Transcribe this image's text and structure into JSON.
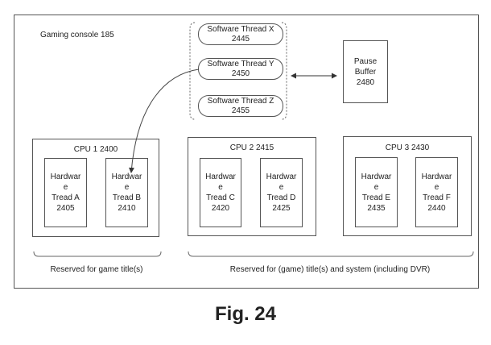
{
  "console": {
    "label": "Gaming console 185"
  },
  "software_threads": [
    {
      "line1": "Software Thread X",
      "line2": "2445"
    },
    {
      "line1": "Software Thread Y",
      "line2": "2450"
    },
    {
      "line1": "Software Thread Z",
      "line2": "2455"
    }
  ],
  "pause_buffer": {
    "line1": "Pause",
    "line2": "Buffer",
    "line3": "2480"
  },
  "cpus": [
    {
      "label": "CPU 1 2400",
      "threads": [
        {
          "l1": "Hardwar",
          "l2": "e",
          "l3": "Tread A",
          "l4": "2405"
        },
        {
          "l1": "Hardwar",
          "l2": "e",
          "l3": "Tread B",
          "l4": "2410"
        }
      ]
    },
    {
      "label": "CPU 2 2415",
      "threads": [
        {
          "l1": "Hardwar",
          "l2": "e",
          "l3": "Tread C",
          "l4": "2420"
        },
        {
          "l1": "Hardwar",
          "l2": "e",
          "l3": "Tread D",
          "l4": "2425"
        }
      ]
    },
    {
      "label": "CPU 3 2430",
      "threads": [
        {
          "l1": "Hardwar",
          "l2": "e",
          "l3": "Tread E",
          "l4": "2435"
        },
        {
          "l1": "Hardwar",
          "l2": "e",
          "l3": "Tread F",
          "l4": "2440"
        }
      ]
    }
  ],
  "reserved": {
    "game": "Reserved for game title(s)",
    "system": "Reserved for (game) title(s) and system (including DVR)"
  },
  "figure": {
    "caption": "Fig. 24"
  }
}
